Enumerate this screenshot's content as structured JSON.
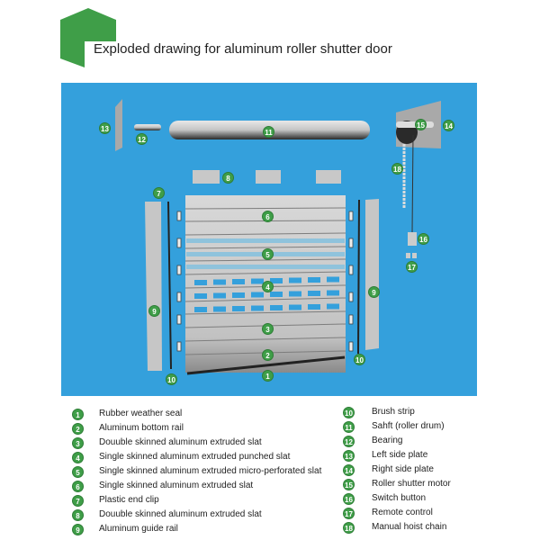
{
  "title": "Exploded drawing for aluminum roller shutter door",
  "colors": {
    "brand_green": "#3f9e48",
    "panel_blue": "#34a0dc",
    "part_gray": "#c8c8c8",
    "perforation_blue": "#8fc3dc"
  },
  "callouts": [
    {
      "n": "1"
    },
    {
      "n": "2"
    },
    {
      "n": "3"
    },
    {
      "n": "4"
    },
    {
      "n": "5"
    },
    {
      "n": "6"
    },
    {
      "n": "7"
    },
    {
      "n": "8"
    },
    {
      "n": "9"
    },
    {
      "n": "9"
    },
    {
      "n": "10"
    },
    {
      "n": "10"
    },
    {
      "n": "11"
    },
    {
      "n": "12"
    },
    {
      "n": "13"
    },
    {
      "n": "14"
    },
    {
      "n": "15"
    },
    {
      "n": "16"
    },
    {
      "n": "17"
    },
    {
      "n": "18"
    }
  ],
  "legend_left": [
    {
      "n": "1",
      "label": "Rubber weather seal"
    },
    {
      "n": "2",
      "label": "Aluminum bottom rail"
    },
    {
      "n": "3",
      "label": "Douuble skinned aluminum extruded slat"
    },
    {
      "n": "4",
      "label": "Single skinned aluminum extruded  punched slat"
    },
    {
      "n": "5",
      "label": "Single skinned aluminum extruded  micro-perforated slat"
    },
    {
      "n": "6",
      "label": "Single skinned aluminum extruded  slat"
    },
    {
      "n": "7",
      "label": "Plastic end clip"
    },
    {
      "n": "8",
      "label": "Douuble skinned aluminum extruded slat"
    },
    {
      "n": "9",
      "label": "Aluminum guide rail"
    }
  ],
  "legend_right": [
    {
      "n": "10",
      "label": "Brush strip"
    },
    {
      "n": "11",
      "label": "Sahft (roller drum)"
    },
    {
      "n": "12",
      "label": "Bearing"
    },
    {
      "n": "13",
      "label": "Left side plate"
    },
    {
      "n": "14",
      "label": "Right side plate"
    },
    {
      "n": "15",
      "label": "Roller shutter motor"
    },
    {
      "n": "16",
      "label": "Switch button"
    },
    {
      "n": "17",
      "label": "Remote control"
    },
    {
      "n": "18",
      "label": "Manual hoist chain"
    }
  ]
}
